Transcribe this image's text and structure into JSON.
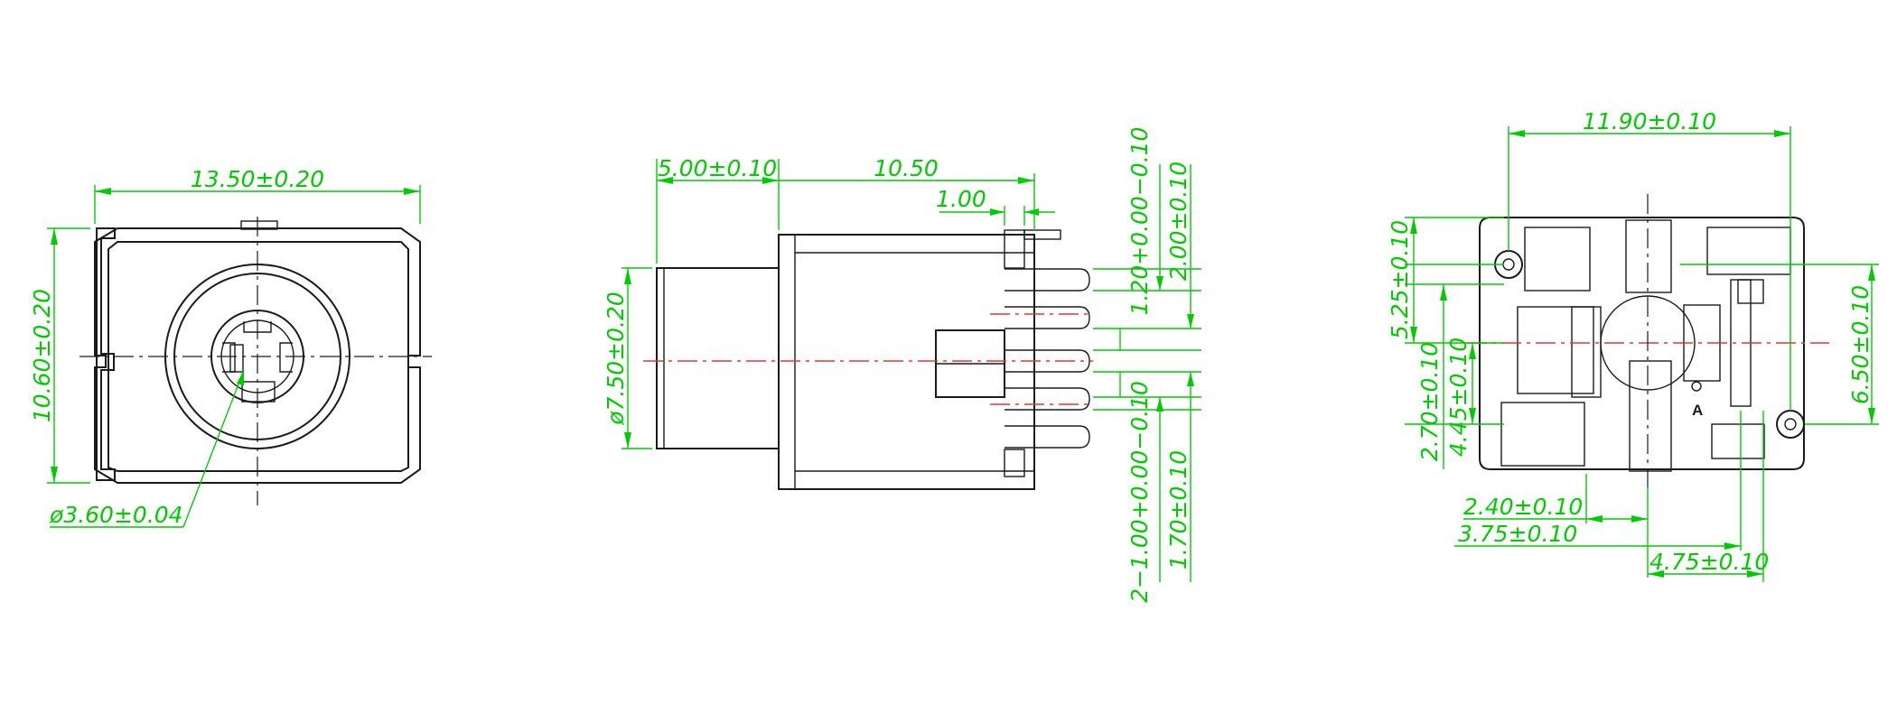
{
  "views": {
    "front": {
      "dim_width": "13.50±0.20",
      "dim_height": "10.60±0.20",
      "dim_hole": "ø3.60±0.04"
    },
    "side": {
      "dim_body": "5.00±0.10",
      "dim_length": "10.50",
      "dim_pin": "1.00",
      "dim_tol_top": "1.20+0.00−0.10",
      "dim_total_top": "2.00±0.10",
      "dim_diameter": "ø7.50±0.20",
      "dim_tol_bottom": "2−1.00+0.00−0.10",
      "dim_total_bottom": "1.70±0.10"
    },
    "bottom": {
      "dim_width": "11.90±0.10",
      "dim_left_upper": "5.25±0.10",
      "dim_left_lower": "2.70±0.10",
      "dim_left_mid": "4.45±0.10",
      "dim_right": "6.50±0.10",
      "dim_b1": "2.40±0.10",
      "dim_b2": "3.75±0.10",
      "dim_b3": "4.75±0.10",
      "marker": "A"
    }
  },
  "colors": {
    "outline": "#1a1a1a",
    "dimension": "#00cc00",
    "centerline": "#e53333"
  }
}
